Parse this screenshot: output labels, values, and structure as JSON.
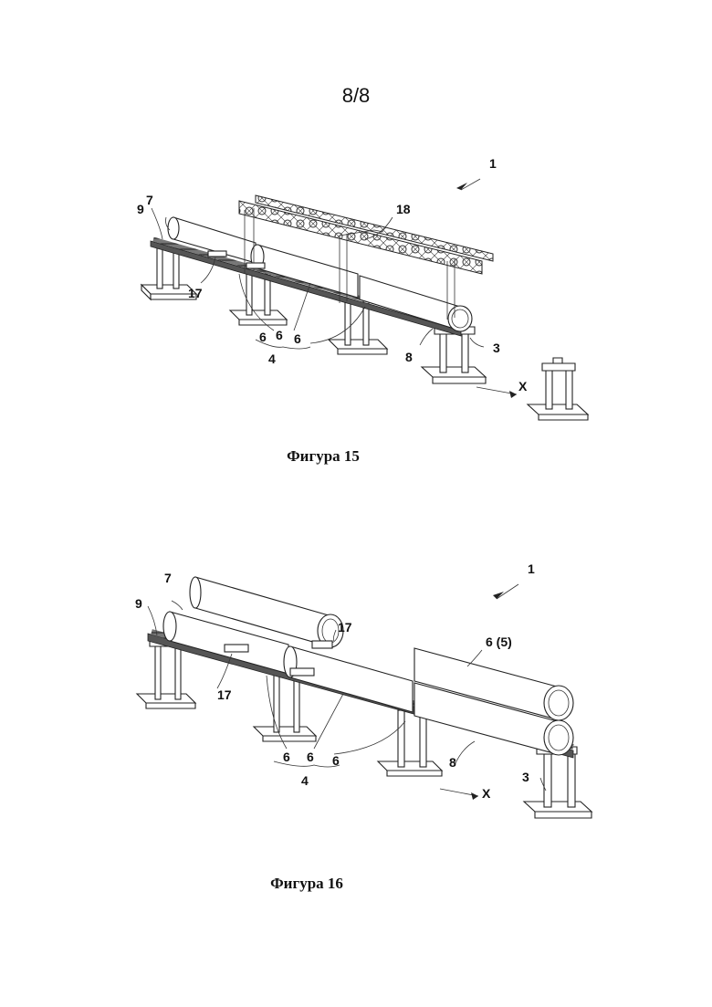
{
  "page": {
    "number": "8/8"
  },
  "figure15": {
    "caption": "Фигура 15",
    "labels": {
      "l1": "1",
      "l7": "7",
      "l9": "9",
      "l18": "18",
      "l17": "17",
      "l6a": "6",
      "l6b": "6",
      "l6c": "6",
      "l4": "4",
      "l8": "8",
      "l3": "3",
      "lX": "X"
    }
  },
  "figure16": {
    "caption": "Фигура 16",
    "labels": {
      "l1": "1",
      "l7": "7",
      "l9": "9",
      "l17a": "17",
      "l17b": "17",
      "l65": "6 (5)",
      "l6a": "6",
      "l6b": "6",
      "l6c": "6",
      "l4": "4",
      "l8": "8",
      "l3": "3",
      "lX": "X"
    }
  }
}
